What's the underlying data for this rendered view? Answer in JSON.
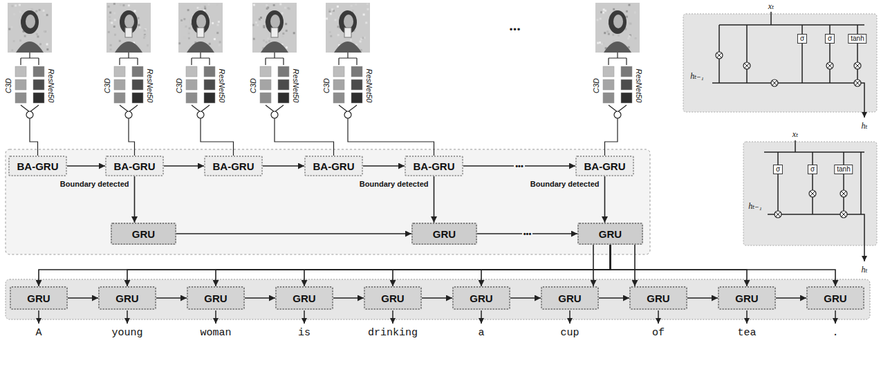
{
  "diagram": {
    "nodes": [
      {
        "text": [
          "BA-GRU"
        ]
      },
      {
        "text": [
          "BA-GRU"
        ]
      },
      {
        "text": [
          "BA-GRU"
        ]
      },
      {
        "text": [
          "BA-GRU"
        ]
      },
      {
        "text": [
          "BA-GRU"
        ]
      },
      {
        "text": [
          "BA-GRU"
        ]
      },
      {
        "text": [
          "GRU"
        ]
      },
      {
        "text": [
          "GRU"
        ]
      },
      {
        "text": [
          "GRU"
        ]
      },
      {
        "text": [
          "GRU"
        ]
      },
      {
        "text": [
          "GRU"
        ]
      },
      {
        "text": [
          "GRU"
        ]
      },
      {
        "text": [
          "GRU"
        ]
      },
      {
        "text": [
          "GRU"
        ]
      },
      {
        "text": [
          "GRU"
        ]
      },
      {
        "text": [
          "GRU"
        ]
      },
      {
        "text": [
          "GRU"
        ]
      },
      {
        "text": [
          "GRU"
        ]
      },
      {
        "text": [
          "GRU"
        ]
      },
      {
        "text": [
          "σ"
        ]
      },
      {
        "text": [
          "σ"
        ]
      },
      {
        "text": [
          "tanh"
        ]
      },
      {
        "text": [
          "σ"
        ]
      },
      {
        "text": [
          "σ"
        ]
      },
      {
        "text": [
          "tanh"
        ]
      }
    ],
    "edges": [
      {
        "from": 0,
        "to": 1,
        "arrow": "to"
      },
      {
        "from": 1,
        "to": 2,
        "arrow": "to"
      },
      {
        "from": 2,
        "to": 3,
        "arrow": "to"
      },
      {
        "from": 3,
        "to": 4,
        "arrow": "to"
      },
      {
        "from": 4,
        "to": 5,
        "label": "•••",
        "arrow": "to"
      },
      {
        "from": 1,
        "to": 6,
        "label": "Boundary detected",
        "arrow": "to"
      },
      {
        "from": 4,
        "to": 7,
        "label": "Boundary detected",
        "arrow": "to"
      },
      {
        "from": 5,
        "to": 8,
        "label": "Boundary detected",
        "arrow": "to"
      },
      {
        "from": 6,
        "to": 7,
        "arrow": "to"
      },
      {
        "from": 7,
        "to": 8,
        "label": "•••",
        "arrow": "to"
      },
      {
        "from": 8,
        "to": 9,
        "arrow": "to"
      },
      {
        "from": 8,
        "to": 10,
        "arrow": "to"
      },
      {
        "from": 8,
        "to": 11,
        "arrow": "to"
      },
      {
        "from": 8,
        "to": 12,
        "arrow": "to"
      },
      {
        "from": 8,
        "to": 13,
        "arrow": "to"
      },
      {
        "from": 8,
        "to": 14,
        "arrow": "to"
      },
      {
        "from": 8,
        "to": 15,
        "arrow": "to"
      },
      {
        "from": 8,
        "to": 16,
        "arrow": "to"
      },
      {
        "from": 8,
        "to": 17,
        "arrow": "to"
      },
      {
        "from": 8,
        "to": 18,
        "arrow": "to"
      },
      {
        "from": 9,
        "to": 10,
        "arrow": "to"
      },
      {
        "from": 10,
        "to": 11,
        "arrow": "to"
      },
      {
        "from": 11,
        "to": 12,
        "arrow": "to"
      },
      {
        "from": 12,
        "to": 13,
        "arrow": "to"
      },
      {
        "from": 13,
        "to": 14,
        "arrow": "to"
      },
      {
        "from": 14,
        "to": 15,
        "arrow": "to"
      },
      {
        "from": 15,
        "to": 16,
        "arrow": "to"
      },
      {
        "from": 16,
        "to": 17,
        "arrow": "to"
      },
      {
        "from": 17,
        "to": 18,
        "arrow": "to"
      }
    ],
    "labels": [
      "C3D",
      "ResNet50",
      "C3D",
      "ResNet50",
      "C3D",
      "ResNet50",
      "C3D",
      "ResNet50",
      "C3D",
      "ResNet50",
      "•••",
      "C3D",
      "ResNet50",
      "A",
      "young",
      "woman",
      "is",
      "drinking",
      "a",
      "cup",
      "of",
      "tea",
      ".",
      "xₜ",
      "hₜ₋₁",
      "hₜ",
      "xₜ",
      "hₜ₋₁",
      "hₜ"
    ]
  }
}
